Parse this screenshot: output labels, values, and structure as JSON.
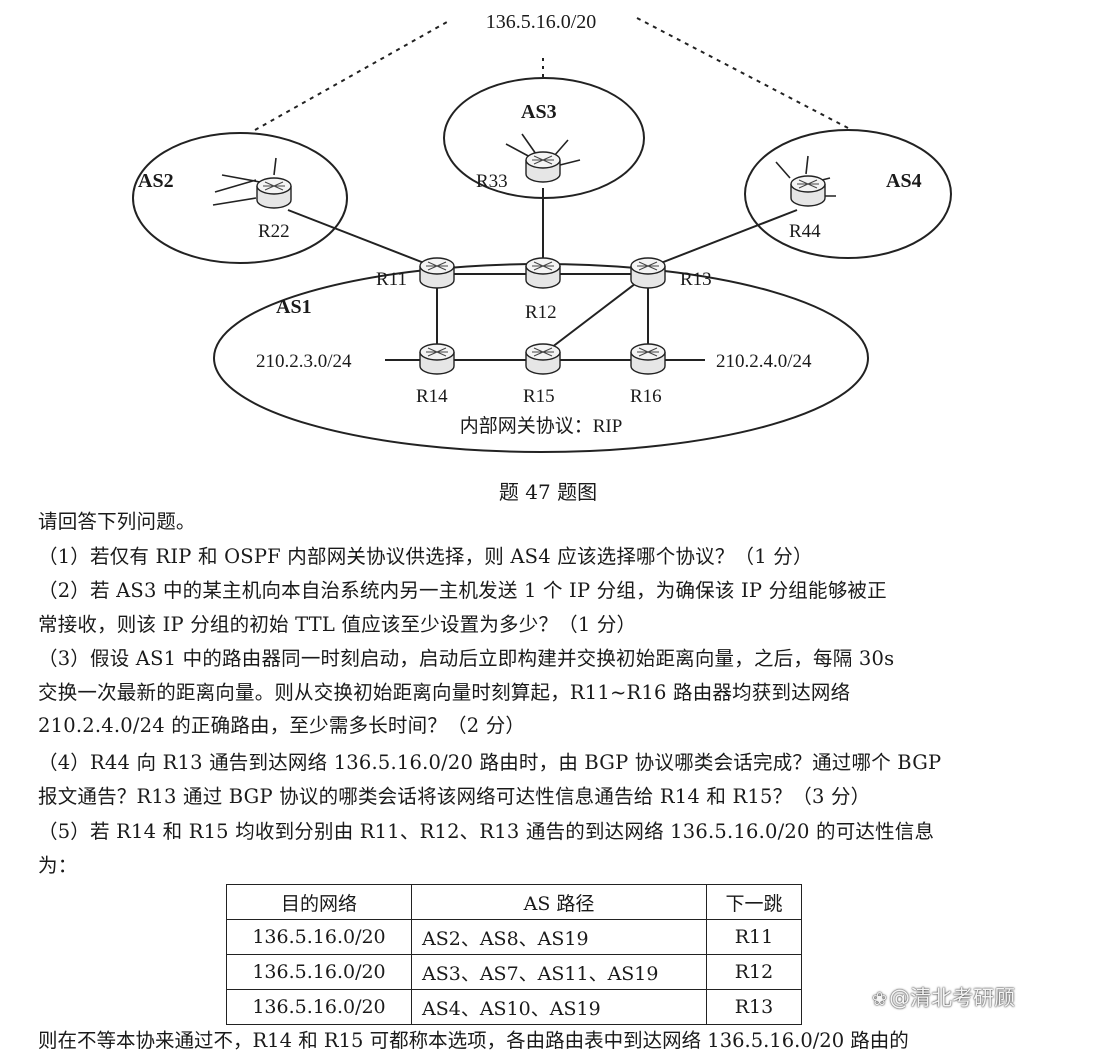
{
  "figure": {
    "top_network": "136.5.16.0/20",
    "as_labels": {
      "as1": "AS1",
      "as2": "AS2",
      "as3": "AS3",
      "as4": "AS4"
    },
    "routers": {
      "R11": "R11",
      "R12": "R12",
      "R13": "R13",
      "R14": "R14",
      "R15": "R15",
      "R16": "R16",
      "R22": "R22",
      "R33": "R33",
      "R44": "R44"
    },
    "left_network": "210.2.3.0/24",
    "right_network": "210.2.4.0/24",
    "igp_label": "内部网关协议：RIP",
    "caption": "题 47 题图"
  },
  "questions": {
    "intro": "请回答下列问题。",
    "q1": "（1）若仅有 RIP 和 OSPF 内部网关协议供选择，则 AS4 应该选择哪个协议？（1 分）",
    "q2_l1": "（2）若 AS3 中的某主机向本自治系统内另一主机发送 1 个 IP 分组，为确保该 IP 分组能够被正",
    "q2_l2": "常接收，则该 IP 分组的初始 TTL 值应该至少设置为多少？（1 分）",
    "q3_l1": "（3）假设 AS1 中的路由器同一时刻启动，启动后立即构建并交换初始距离向量，之后，每隔 30s",
    "q3_l2": "交换一次最新的距离向量。则从交换初始距离向量时刻算起，R11~R16 路由器均获到达网络",
    "q3_l3": "210.2.4.0/24 的正确路由，至少需多长时间？（2 分）",
    "q4_l1": "（4）R44 向 R13 通告到达网络 136.5.16.0/20 路由时，由 BGP 协议哪类会话完成？通过哪个 BGP",
    "q4_l2": "报文通告？R13 通过 BGP 协议的哪类会话将该网络可达性信息通告给 R14 和 R15？（3 分）",
    "q5_l1": "（5）若 R14 和 R15 均收到分别由 R11、R12、R13 通告的到达网络 136.5.16.0/20 的可达性信息",
    "q5_l2": "为：",
    "cutoff": "则在不等本协来通过不，R14 和 R15 可都称本选项，各由路由表中到达网络 136.5.16.0/20 路由的"
  },
  "route_table": {
    "headers": [
      "目的网络",
      "AS 路径",
      "下一跳"
    ],
    "rows": [
      [
        "136.5.16.0/20",
        "AS2、AS8、AS19",
        "R11"
      ],
      [
        "136.5.16.0/20",
        "AS3、AS7、AS11、AS19",
        "R12"
      ],
      [
        "136.5.16.0/20",
        "AS4、AS10、AS19",
        "R13"
      ]
    ]
  },
  "watermark": {
    "icon": "paw-icon",
    "text": "@清北考研顾"
  }
}
